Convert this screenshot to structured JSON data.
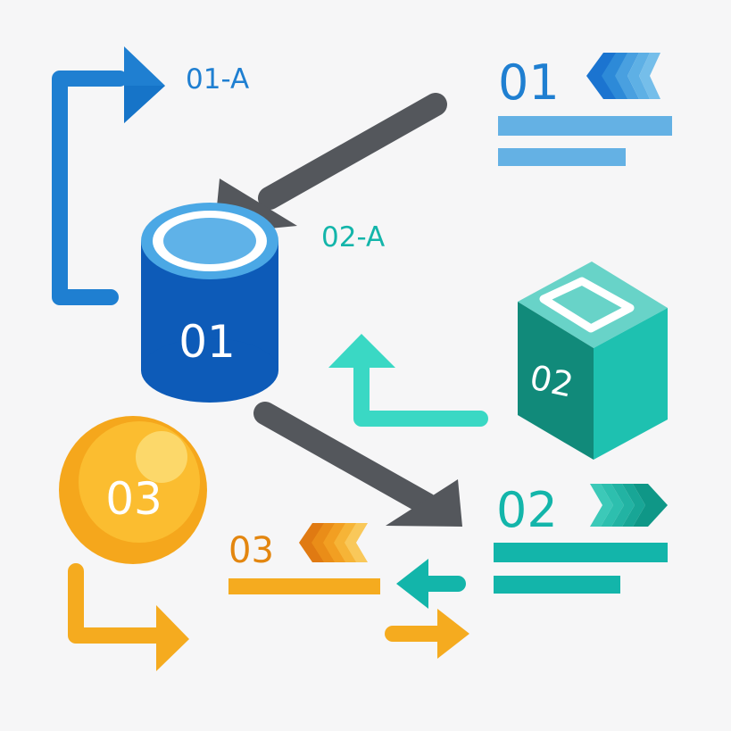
{
  "labels": {
    "step_1a": "01-A",
    "step_2a": "02-A",
    "cylinder": "01",
    "cube": "02",
    "sphere": "03",
    "panel_1": "01",
    "panel_2": "02",
    "panel_3": "03"
  },
  "colors": {
    "background": "#f6f6f7",
    "blue": "#1f7fd1",
    "blue_dark": "#0d5bb8",
    "blue_light": "#64b1e4",
    "teal": "#13b5aa",
    "teal_dark": "#0e8f80",
    "teal_light": "#3ad8c4",
    "orange": "#f5ab1f",
    "orange_text": "#e3860f",
    "gray": "#54575c"
  },
  "icons": {
    "chevron_blue": "double-chevron-left-icon",
    "chevron_teal": "double-chevron-right-icon",
    "chevron_orange": "double-chevron-left-icon"
  }
}
